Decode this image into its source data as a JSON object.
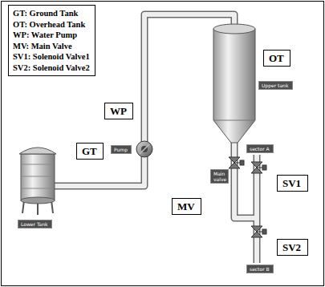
{
  "diagram": {
    "nodes": [
      {
        "text": [
          "GT: Ground Tank",
          "OT: Overhead Tank",
          "WP: Water Pump",
          "MV: Main Valve",
          "SV1: Solenoid Valve1",
          "SV2: Solenoid Valve2"
        ]
      },
      {
        "text": [
          "OT"
        ]
      },
      {
        "text": [
          "Upper tank"
        ]
      },
      {
        "text": [
          "WP"
        ]
      },
      {
        "text": [
          "Pump"
        ]
      },
      {
        "text": [
          "GT"
        ]
      },
      {
        "text": [
          "Lower Tank"
        ]
      },
      {
        "text": [
          "MV"
        ]
      },
      {
        "text": [
          "Main valve"
        ]
      },
      {
        "text": [
          "SV1"
        ]
      },
      {
        "text": [
          "sector A"
        ]
      },
      {
        "text": [
          "SV2"
        ]
      },
      {
        "text": [
          "sector B"
        ]
      }
    ]
  }
}
